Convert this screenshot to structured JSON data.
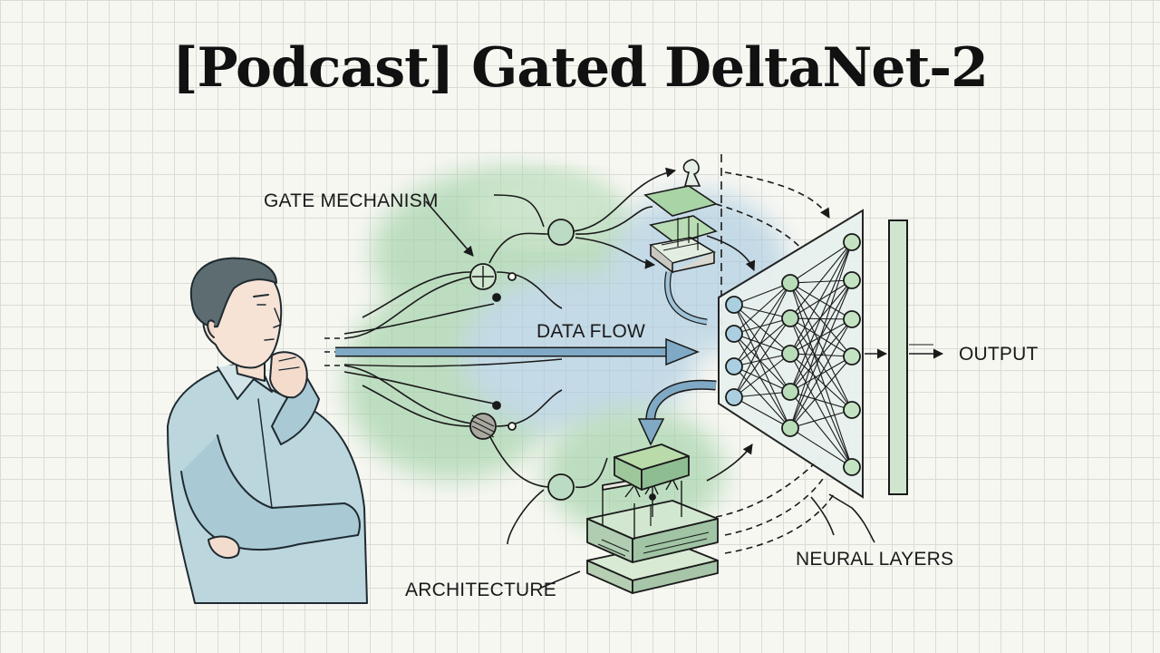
{
  "title": "[Podcast] Gated DeltaNet-2",
  "labels": {
    "gate_mechanism": "GATE MECHANISM",
    "data_flow": "DATA FLOW",
    "output": "OUTPUT",
    "neural_layers": "NEURAL LAYERS",
    "architecture": "ARCHITECTURE"
  },
  "colors": {
    "ink": "#1a1a1a",
    "green_wash": "#8fc79a",
    "blue_wash": "#9cc3d8",
    "node_fill": "#c3e0c2",
    "shirt": "#b9d3dc"
  },
  "illustration": {
    "person": "thinking-man-illustration"
  }
}
